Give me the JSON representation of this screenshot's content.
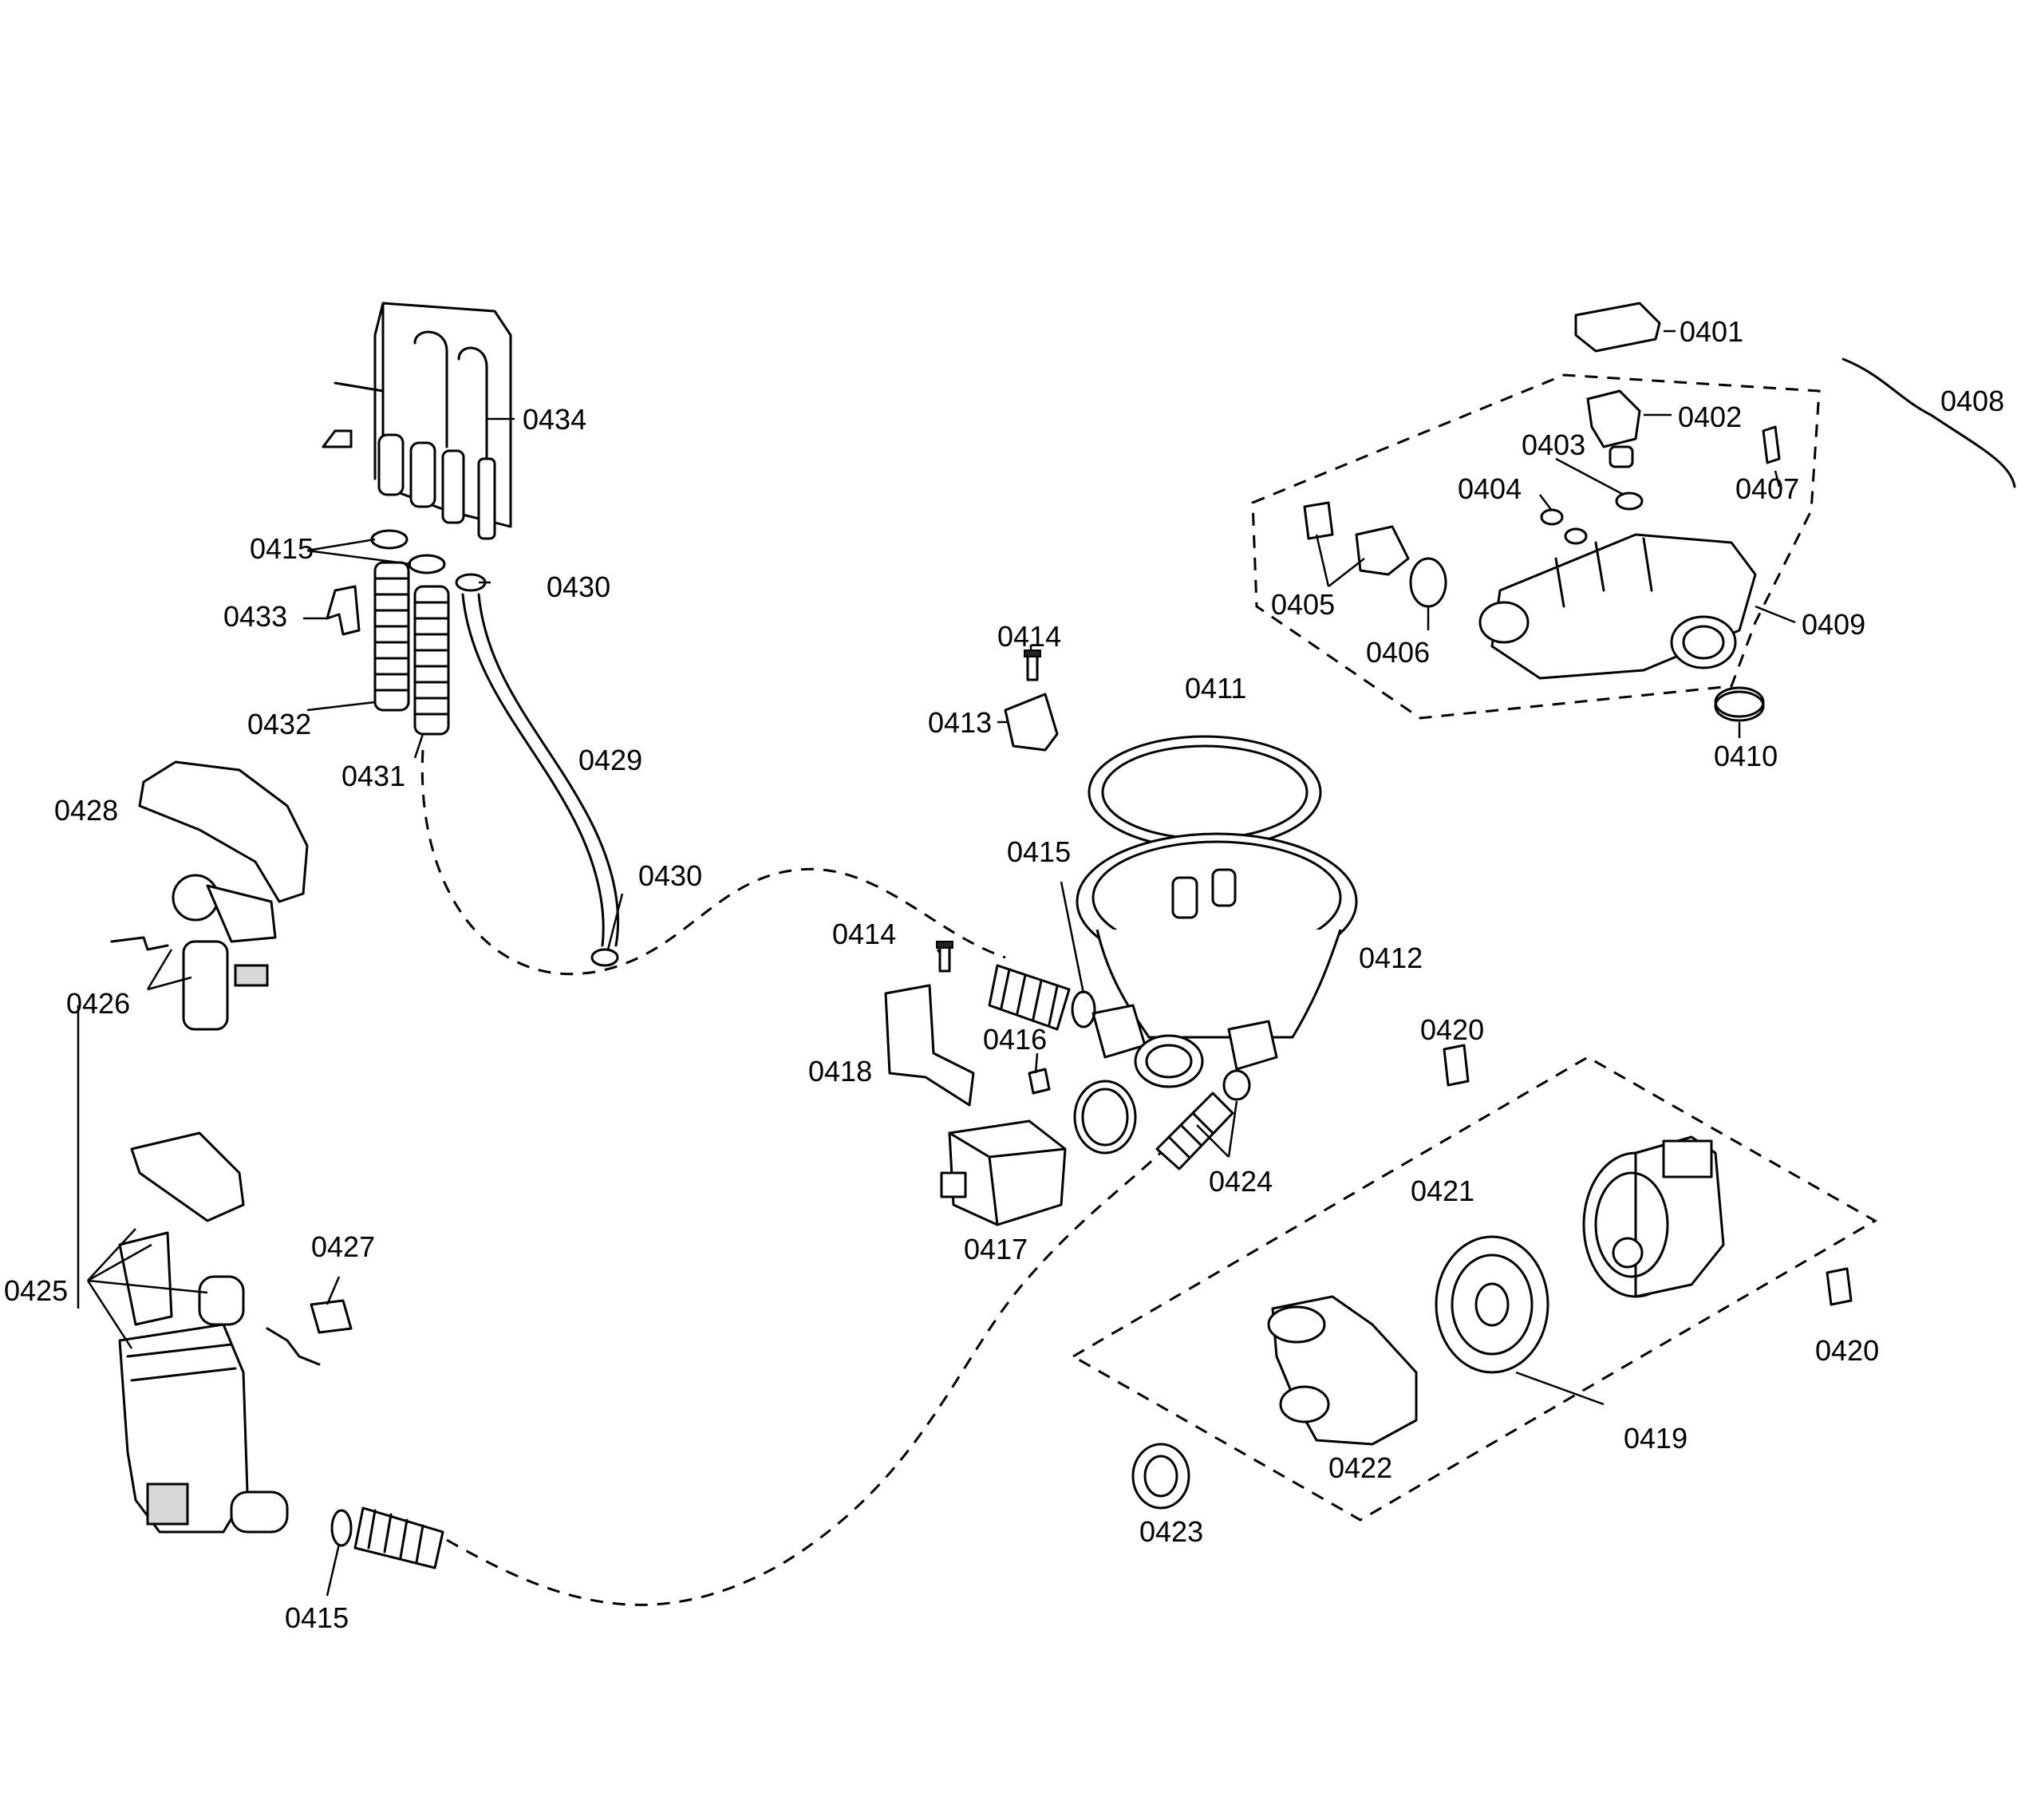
{
  "callouts": {
    "c0401": "0401",
    "c0402": "0402",
    "c0403": "0403",
    "c0404": "0404",
    "c0405": "0405",
    "c0406": "0406",
    "c0407": "0407",
    "c0408": "0408",
    "c0409": "0409",
    "c0410": "0410",
    "c0411": "0411",
    "c0412": "0412",
    "c0413": "0413",
    "c0414_top": "0414",
    "c0414_mid": "0414",
    "c0415_top": "0415",
    "c0415_mid": "0415",
    "c0415_bottom": "0415",
    "c0416": "0416",
    "c0417": "0417",
    "c0418": "0418",
    "c0419": "0419",
    "c0420_top": "0420",
    "c0420_right": "0420",
    "c0421": "0421",
    "c0422": "0422",
    "c0423": "0423",
    "c0424": "0424",
    "c0425": "0425",
    "c0426": "0426",
    "c0427": "0427",
    "c0428": "0428",
    "c0429": "0429",
    "c0430_top": "0430",
    "c0430_mid": "0430",
    "c0431": "0431",
    "c0432": "0432",
    "c0433": "0433",
    "c0434": "0434"
  }
}
